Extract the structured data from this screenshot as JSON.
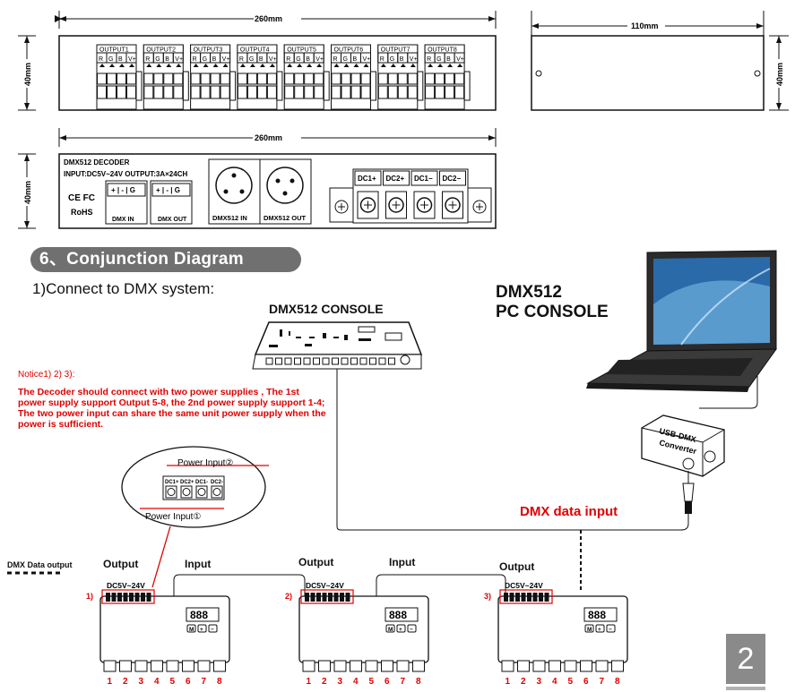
{
  "top_view": {
    "width_label": "260mm",
    "height_label": "40mm",
    "outputs": [
      "OUTPUT1",
      "OUTPUT2",
      "OUTPUT3",
      "OUTPUT4",
      "OUTPUT5",
      "OUTPUT6",
      "OUTPUT7",
      "OUTPUT8"
    ],
    "pins": [
      "R",
      "G",
      "B",
      "V+"
    ]
  },
  "side_view": {
    "width_label": "110mm",
    "height_label": "40mm"
  },
  "front_view": {
    "width_label": "260mm",
    "height_label": "40mm",
    "title": "DMX512 DECODER",
    "spec": "INPUT:DC5V~24V  OUTPUT:3A×24CH",
    "ce": "CE FC",
    "rohs": "RoHS",
    "dmx_in_pins": "+ | - | G",
    "dmx_out_pins": "+ | - | G",
    "dmx_in_label": "DMX IN",
    "dmx_out_label": "DMX OUT",
    "xlr_in_label": "DMX512 IN",
    "xlr_out_label": "DMX512 OUT",
    "power_terms": [
      "DC1+",
      "DC2+",
      "DC1−",
      "DC2−"
    ]
  },
  "section": {
    "title": "6、Conjunction Diagram",
    "subtitle": "1)Connect to DMX system:"
  },
  "console": {
    "label": "DMX512 CONSOLE"
  },
  "pc": {
    "line1": "DMX512",
    "line2": "PC CONSOLE",
    "converter_line1": "USB-DMX",
    "converter_line2": "Converter"
  },
  "notice": {
    "title": "Notice1) 2) 3):",
    "body": "The Decoder should connect with two power supplies , The 1st power supply support Output 5-8, the 2nd power supply support 1-4; The two power input can share the same unit power supply when the power is sufficient."
  },
  "zoom": {
    "power_input_2": "Power Input②",
    "power_input_1": "Power Input①",
    "terms": [
      "DC1+",
      "DC2+",
      "DC1-",
      "DC2-"
    ]
  },
  "chain": {
    "dmx_data_input": "DMX data input",
    "dmx_data_output": "DMX Data output",
    "output": "Output",
    "input": "Input",
    "supply": "DC5V~24V",
    "units": [
      "1)",
      "2)",
      "3)"
    ],
    "display": "888",
    "buttons": [
      "M",
      "+",
      "−"
    ],
    "channels": [
      "1",
      "2",
      "3",
      "4",
      "5",
      "6",
      "7",
      "8"
    ]
  },
  "page_number": "2"
}
